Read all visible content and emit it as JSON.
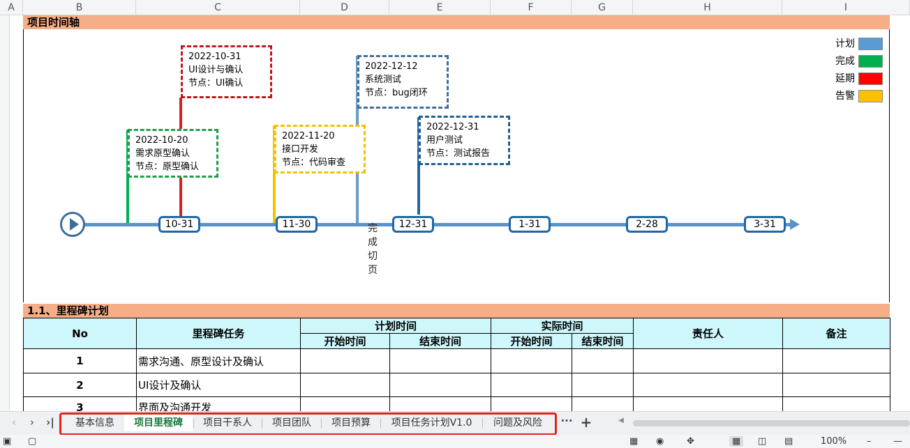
{
  "columns": [
    "A",
    "B",
    "C",
    "D",
    "E",
    "F",
    "G",
    "H",
    "I"
  ],
  "timeline": {
    "title": "项目时间轴",
    "legend": [
      {
        "label": "计划",
        "color": "#5b9bd5"
      },
      {
        "label": "完成",
        "color": "#00b050"
      },
      {
        "label": "延期",
        "color": "#ff0000"
      },
      {
        "label": "告警",
        "color": "#ffc000"
      }
    ],
    "date_boxes": [
      "10-31",
      "11-30",
      "12-31",
      "1-31",
      "2-28",
      "3-31"
    ],
    "callouts": [
      {
        "date": "2022-10-20",
        "task": "需求原型确认",
        "node": "节点：原型确认",
        "color": "#00b050"
      },
      {
        "date": "2022-10-31",
        "task": "UI设计与确认",
        "node": "节点：UI确认",
        "color": "#e01e1e"
      },
      {
        "date": "2022-11-20",
        "task": "接口开发",
        "node": "节点：代码审查",
        "color": "#f2c200"
      },
      {
        "date": "2022-12-12",
        "task": "系统测试",
        "node": "节点：bug闭环",
        "color": "#5b8db8"
      },
      {
        "date": "2022-12-31",
        "task": "用户测试",
        "node": "节点：测试报告",
        "color": "#1f66a8"
      }
    ],
    "vertical_note": "完成切页"
  },
  "milestone": {
    "section_title": "1.1、里程碑计划",
    "headers": {
      "no": "No",
      "task": "里程碑任务",
      "plan": "计划时间",
      "actual": "实际时间",
      "start": "开始时间",
      "end": "结束时间",
      "owner": "责任人",
      "remark": "备注"
    },
    "rows": [
      {
        "no": "1",
        "task": "需求沟通、原型设计及确认"
      },
      {
        "no": "2",
        "task": "UI设计及确认"
      },
      {
        "no": "3",
        "task": "界面及沟通开发"
      }
    ]
  },
  "sheet_tabs": {
    "tabs": [
      "基本信息",
      "项目里程碑",
      "项目干系人",
      "项目团队",
      "项目预算",
      "项目任务计划V1.0",
      "问题及风险"
    ],
    "active_index": 1,
    "more_label": "···",
    "add_label": "+"
  },
  "statusbar": {
    "zoom": "100%"
  }
}
